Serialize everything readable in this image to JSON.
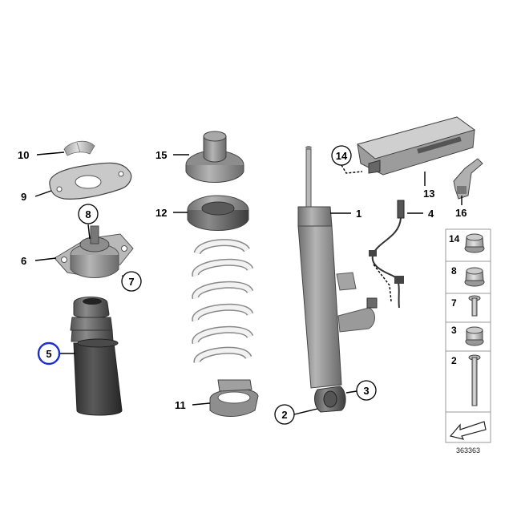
{
  "diagram": {
    "callouts": [
      {
        "key": "c10",
        "text": "10"
      },
      {
        "key": "c9",
        "text": "9"
      },
      {
        "key": "c8",
        "text": "8"
      },
      {
        "key": "c6",
        "text": "6"
      },
      {
        "key": "c7",
        "text": "7"
      },
      {
        "key": "c5",
        "text": "5"
      },
      {
        "key": "c15",
        "text": "15"
      },
      {
        "key": "c12",
        "text": "12"
      },
      {
        "key": "c11",
        "text": "11"
      },
      {
        "key": "c14",
        "text": "14"
      },
      {
        "key": "c1",
        "text": "1"
      },
      {
        "key": "c13",
        "text": "13"
      },
      {
        "key": "c4",
        "text": "4"
      },
      {
        "key": "c16",
        "text": "16"
      },
      {
        "key": "c2",
        "text": "2"
      },
      {
        "key": "c3",
        "text": "3"
      }
    ],
    "hardware_legend": [
      "14",
      "8",
      "7",
      "3",
      "2"
    ],
    "diagram_number": "363363",
    "highlight_color": "#1b2fd0"
  }
}
